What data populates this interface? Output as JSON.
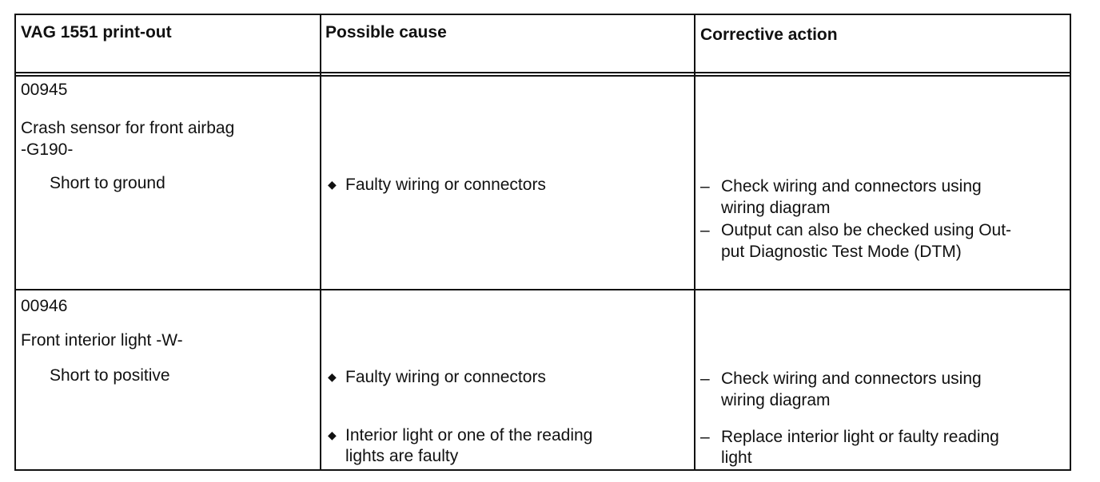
{
  "headers": {
    "printout": "VAG 1551 print-out",
    "cause": "Possible cause",
    "action": "Corrective action"
  },
  "rows": [
    {
      "code": "00945",
      "component_line1": "Crash sensor for front airbag",
      "component_line2": "-G190-",
      "fault": "Short to ground",
      "causes": [
        {
          "bullet": "◆",
          "line1": "Faulty wiring or connectors",
          "line2": ""
        }
      ],
      "actions": [
        {
          "dash": "–",
          "line1": "Check wiring and connectors using",
          "line2": "wiring diagram"
        },
        {
          "dash": "–",
          "line1": "Output can also be checked using Out-",
          "line2": "put Diagnostic Test Mode (DTM)"
        }
      ]
    },
    {
      "code": "00946",
      "component_line1": "Front interior light -W-",
      "fault": "Short to positive",
      "causes": [
        {
          "bullet": "◆",
          "line1": "Faulty wiring or connectors",
          "line2": ""
        },
        {
          "bullet": "◆",
          "line1": "Interior light or one of the reading",
          "line2": "lights are faulty"
        }
      ],
      "actions": [
        {
          "dash": "–",
          "line1": "Check wiring and connectors using",
          "line2": "wiring diagram"
        },
        {
          "dash": "–",
          "line1": "Replace interior light or faulty reading",
          "line2": "light"
        }
      ]
    }
  ]
}
